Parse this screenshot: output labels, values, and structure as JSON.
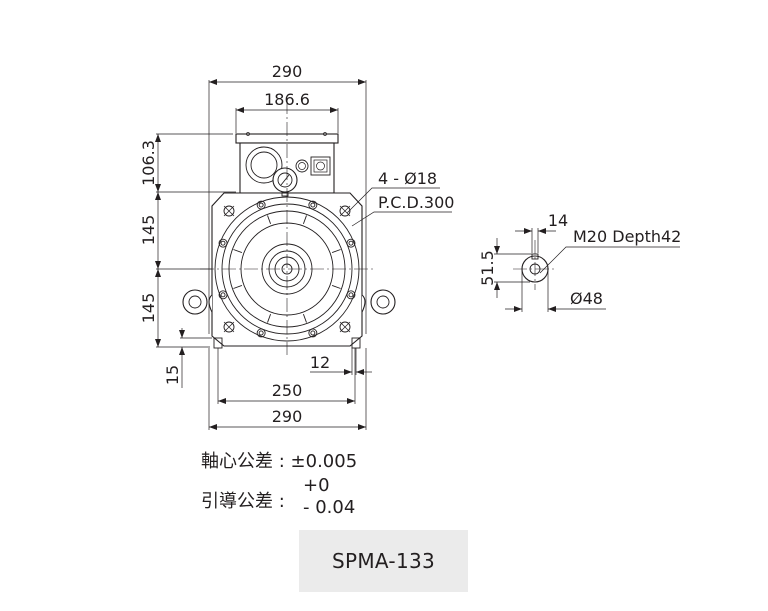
{
  "drawing": {
    "front_view": {
      "dim_overall_width_top": "290",
      "dim_junction_box_width": "186.6",
      "dim_junction_box_height": "106.3",
      "dim_upper_half_height": "145",
      "dim_lower_half_height": "145",
      "dim_foot_height": "15",
      "dim_foot_width": "12",
      "dim_mount_spacing": "250",
      "dim_overall_width_bottom": "290",
      "callout_holes": "4 - Ø18",
      "callout_pcd": "P.C.D.300"
    },
    "shaft_view": {
      "dim_key_width": "14",
      "dim_key_height": "51.5",
      "dim_shaft_diameter": "Ø48",
      "callout_thread": "M20 Depth42"
    }
  },
  "tolerances": {
    "shaft_label": "軸心公差 :",
    "shaft_value": "±0.005",
    "guide_label": "引導公差 :",
    "guide_upper": "+0",
    "guide_lower": "- 0.04"
  },
  "model": {
    "name": "SPMA-133"
  },
  "colors": {
    "line": "#231f20",
    "model_box_bg": "#ebebeb"
  }
}
